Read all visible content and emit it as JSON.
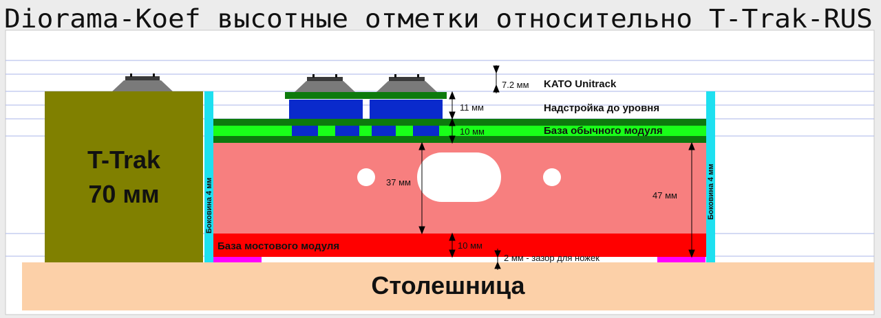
{
  "title": "Diorama-Koef высотные отметки относительно T-Trak-RUS",
  "ttrak": {
    "line1": "T-Trak",
    "line2": "70 мм"
  },
  "side_label": "Боковина 4 мм",
  "tabletop": "Столешница",
  "layers": {
    "kato": "KATO Unitrack",
    "superstructure": "Надстройка до уровня",
    "regular_base": "База обычного модуля",
    "bridge_base": "База мостового модуля"
  },
  "dimensions": {
    "kato_height": "7.2 мм",
    "superstructure_height": "11 мм",
    "regular_base_height": "10 мм",
    "span_height": "37 мм",
    "total_height": "47 мм",
    "bridge_base_height": "10 мм",
    "gap": "2 мм - зазор для ножек"
  },
  "colors": {
    "background": "#ececec",
    "ttrak_block": "#808000",
    "bridge_body": "#f77f7f",
    "bridge_base": "#ff0000",
    "regular_base_light": "#19ff19",
    "regular_base_dark": "#0d7a0d",
    "blue_blocks": "#0a2acc",
    "side_panel": "#1ee0f0",
    "feet": "#ff00ff",
    "tabletop": "#fcd0a8",
    "rail": "#7a7a7a",
    "grid_line": "#a9b5e8"
  }
}
